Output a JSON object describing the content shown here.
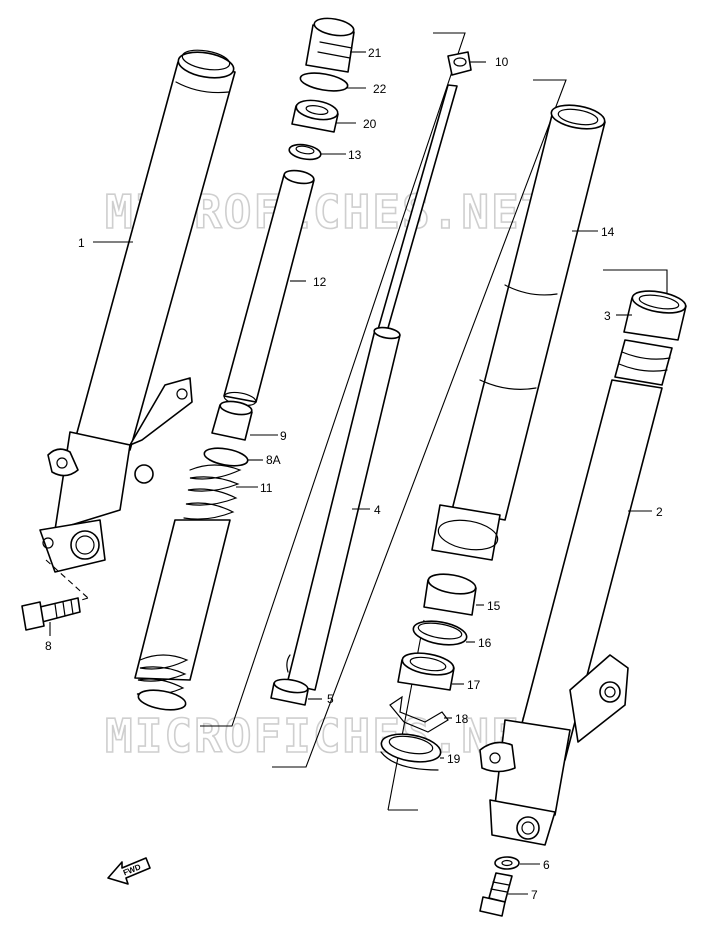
{
  "watermarks": [
    "MICROFICHES.NET",
    "MICROFICHES.NET"
  ],
  "fwd_label": "FWD",
  "callouts": {
    "c1": "1",
    "c2": "2",
    "c3": "3",
    "c4": "4",
    "c5": "5",
    "c6": "6",
    "c7": "7",
    "c8": "8",
    "c8a": "8A",
    "c9": "9",
    "c10": "10",
    "c11": "11",
    "c12": "12",
    "c13": "13",
    "c14": "14",
    "c15": "15",
    "c16": "16",
    "c17": "17",
    "c18": "18",
    "c19": "19",
    "c20": "20",
    "c21": "21",
    "c22": "22"
  }
}
